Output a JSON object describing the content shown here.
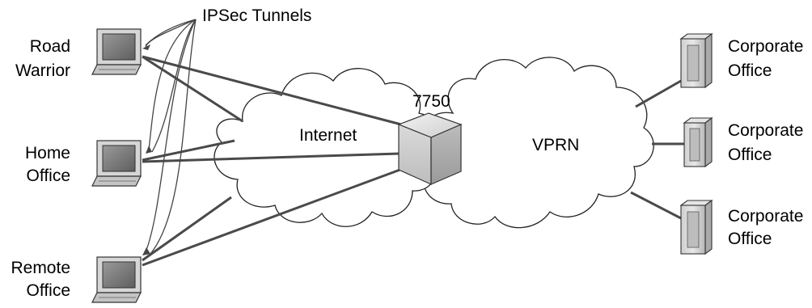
{
  "labels": {
    "tunnels": "IPSec Tunnels",
    "internet_cloud": "Internet",
    "vprn_cloud": "VPRN",
    "router": "7750"
  },
  "sites": {
    "road_warrior": {
      "line1": "Road",
      "line2": "Warrior"
    },
    "home_office": {
      "line1": "Home",
      "line2": "Office"
    },
    "remote_office": {
      "line1": "Remote",
      "line2": "Office"
    }
  },
  "corporate": [
    {
      "line1": "Corporate",
      "line2": "Office"
    },
    {
      "line1": "Corporate",
      "line2": "Office"
    },
    {
      "line1": "Corporate",
      "line2": "Office"
    }
  ],
  "colors": {
    "link": "#4a4a4a",
    "cloud_stroke": "#222222",
    "device_face": "#d9d9d9",
    "device_dark": "#a8a8a8",
    "screen": "#7a7a7a"
  }
}
